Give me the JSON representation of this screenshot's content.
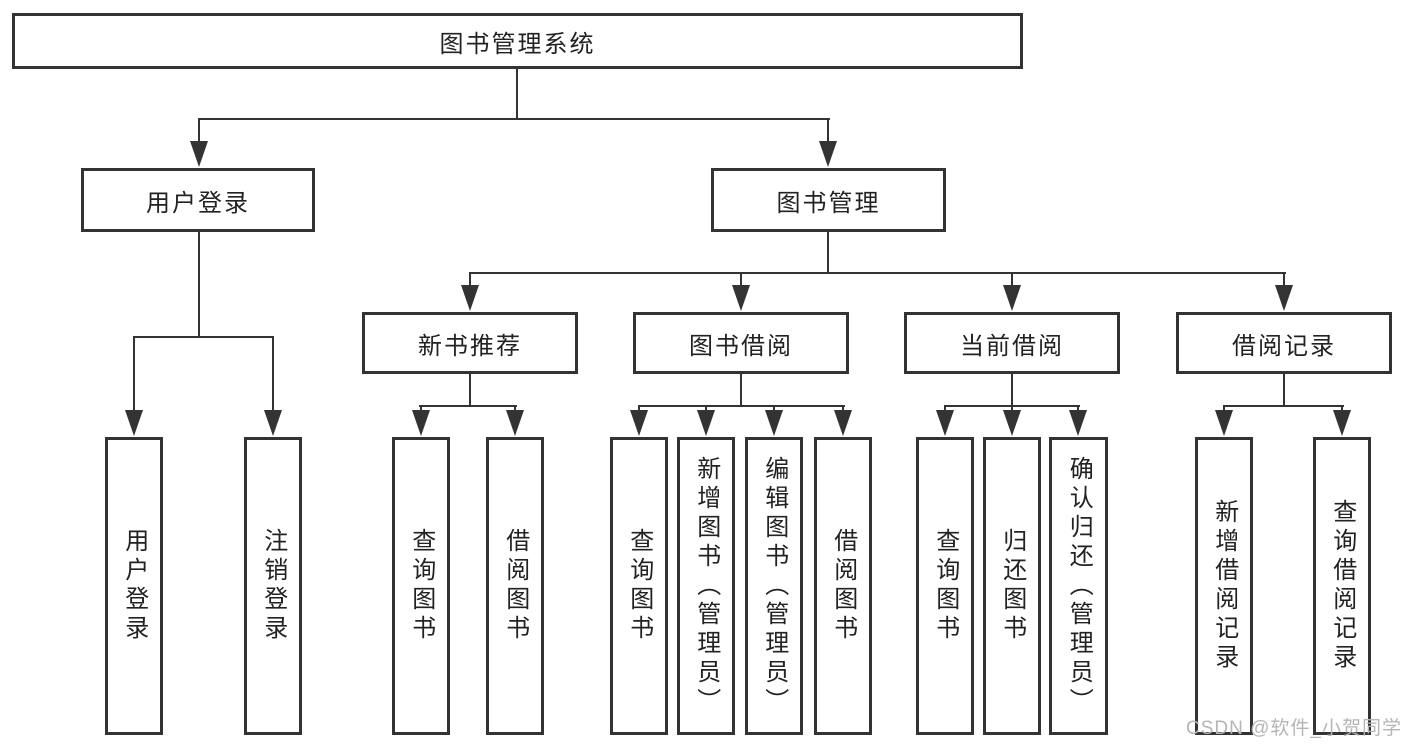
{
  "diagram": {
    "root": "图书管理系统",
    "level1": {
      "user_login": "用户登录",
      "book_mgmt": "图书管理"
    },
    "level2": {
      "new_books": "新书推荐",
      "book_borrow": "图书借阅",
      "current_borrow": "当前借阅",
      "borrow_records": "借阅记录"
    },
    "leaves": {
      "ul_login": "用户登录",
      "ul_logout": "注销登录",
      "nb_query": "查询图书",
      "nb_borrow": "借阅图书",
      "bb_query": "查询图书",
      "bb_add": "新增图书（管理员）",
      "bb_edit": "编辑图书（管理员）",
      "bb_borrow": "借阅图书",
      "cb_query": "查询图书",
      "cb_return": "归还图书",
      "cb_confirm": "确认归还（管理员）",
      "br_add": "新增借阅记录",
      "br_query": "查询借阅记录"
    }
  },
  "watermark": "CSDN @软件_小贺同学",
  "colors": {
    "line": "#333333",
    "text": "#222222",
    "watermark": "#b5b5b5",
    "background": "#ffffff"
  }
}
